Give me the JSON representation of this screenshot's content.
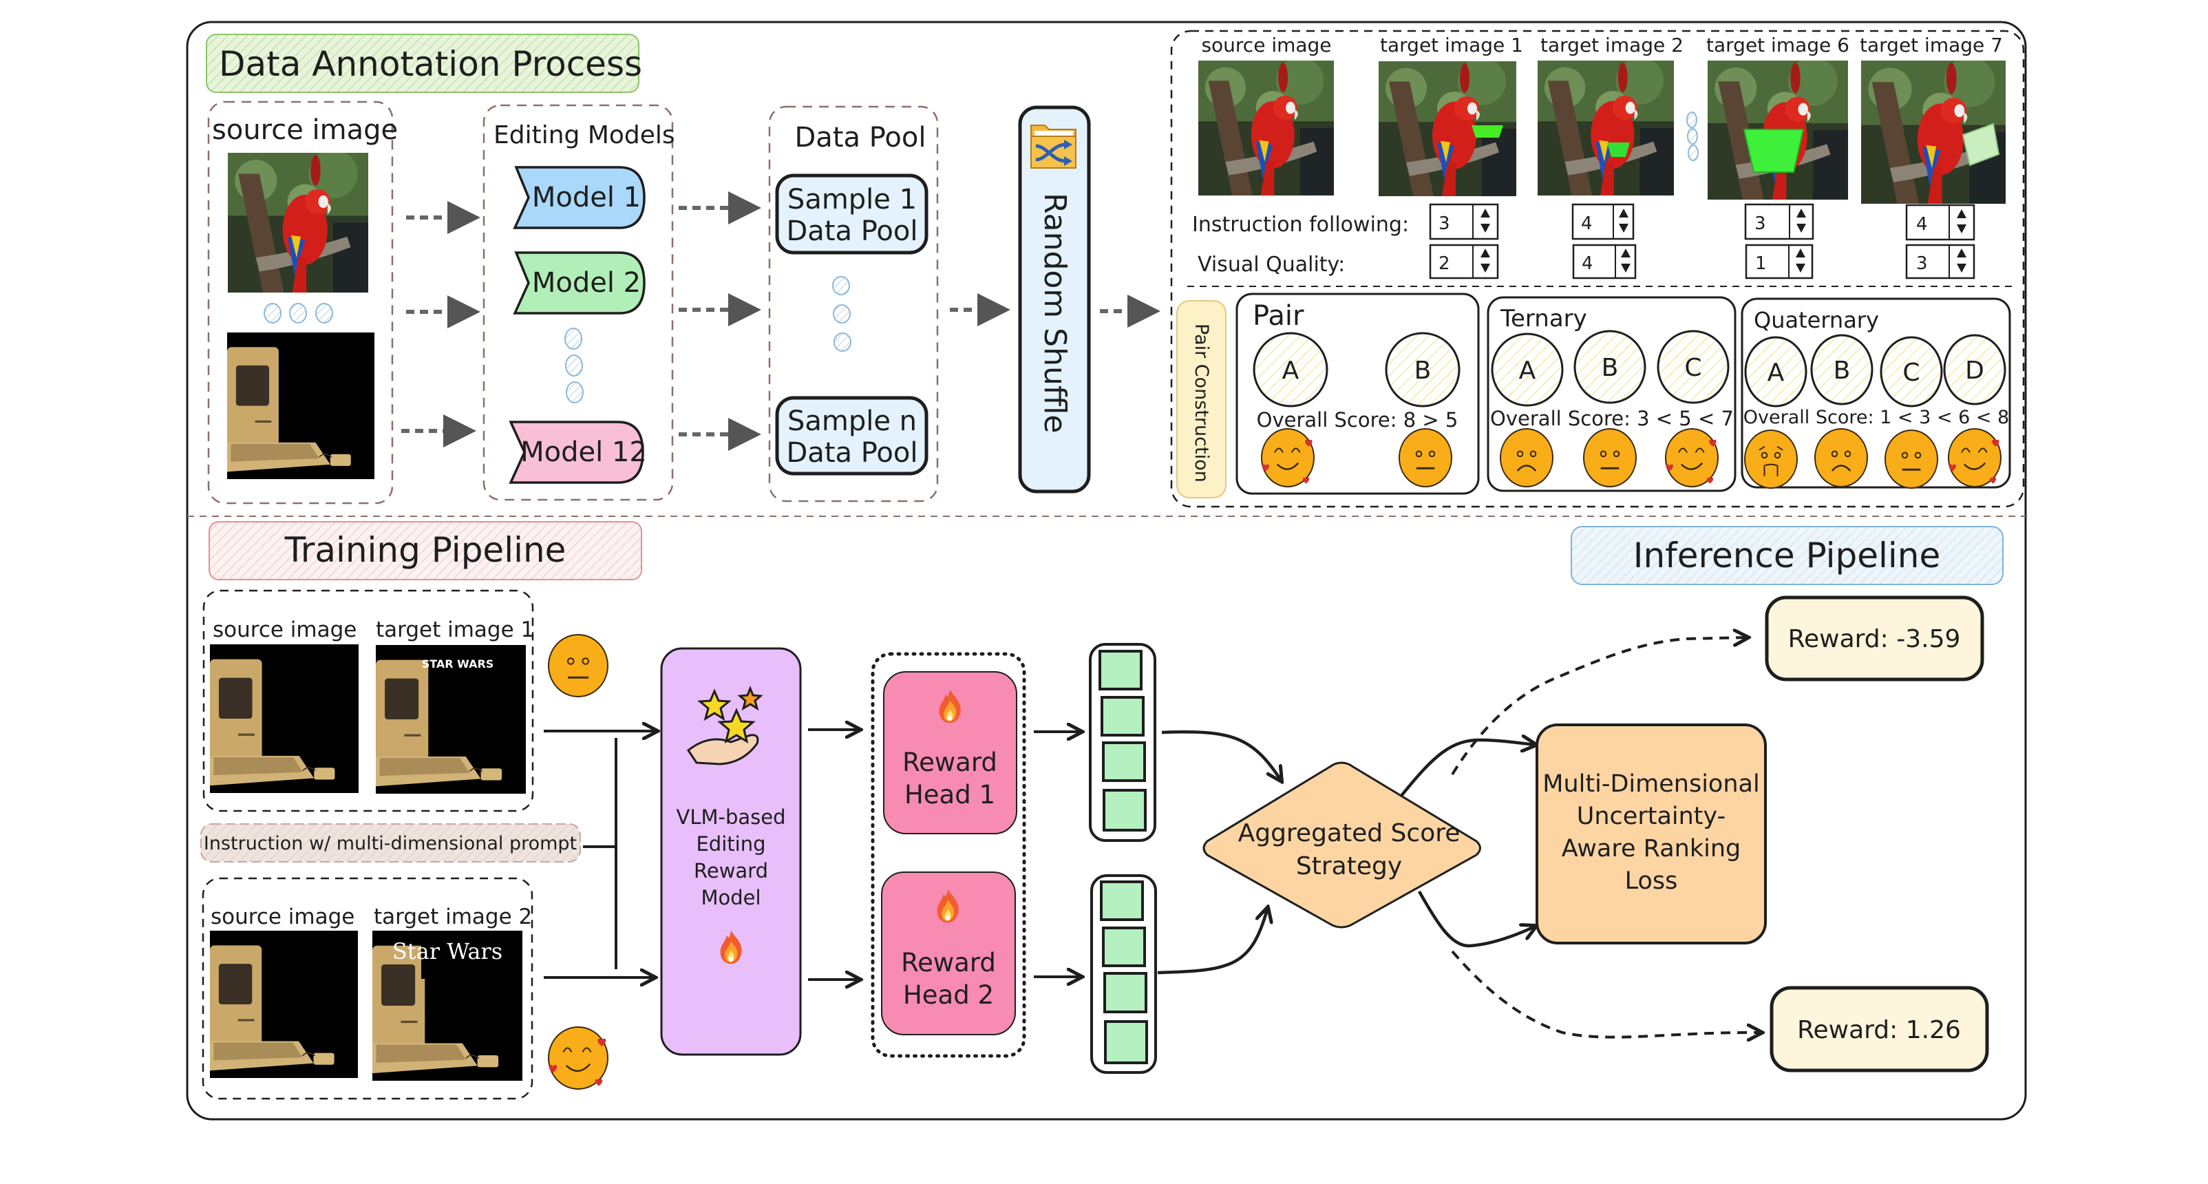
{
  "colors": {
    "annotation_title_bg": "#e3f1d6",
    "annotation_title_border": "#8cc46a",
    "training_title_bg": "#fbeaea",
    "training_title_border": "#e88f8f",
    "inference_title_bg": "#e6f1f8",
    "inference_title_border": "#7fb3d8",
    "model_1": "#a9d8fb",
    "model_2": "#b2efb8",
    "model_12": "#f8bfd7",
    "data_pool_sample": "#e3f2fd",
    "random_shuffle": "#e3f2fd",
    "pair_construction_tag": "#fdf1c8",
    "reward_head": "#f78bb2",
    "vlm_model": "#e8bffa",
    "vector_cell": "#b4f0c0",
    "aggregated": "#fdd5a3",
    "loss_box": "#fdd5a3",
    "reward_box": "#fdf6dc",
    "face": "#f9ad18"
  },
  "annotation": {
    "title": "Data Annotation Process",
    "source_column": {
      "label": "source image",
      "images": [
        "parrot-photo",
        "vintage-computer-photo"
      ]
    },
    "editing_models": {
      "label": "Editing Models",
      "models": [
        {
          "label": "Model 1"
        },
        {
          "label": "Model 2"
        },
        {
          "label": "Model 12"
        }
      ]
    },
    "data_pool": {
      "label": "Data Pool",
      "samples": [
        {
          "line1": "Sample 1",
          "line2": "Data Pool"
        },
        {
          "line1": "Sample n",
          "line2": "Data Pool"
        }
      ]
    },
    "random_shuffle": {
      "label": "Random Shuffle",
      "icon": "shuffle-folder-icon"
    },
    "rating_panel": {
      "columns": [
        {
          "label": "source image",
          "image": "parrot-photo"
        },
        {
          "label": "target image 1",
          "image": "parrot-small-green-bowl",
          "instruction_following": "3",
          "visual_quality": "2"
        },
        {
          "label": "target image 2",
          "image": "parrot-green-bowl-on-branch",
          "instruction_following": "4",
          "visual_quality": "4"
        },
        {
          "label": "target image 6",
          "image": "parrot-large-green-bowl",
          "instruction_following": "3",
          "visual_quality": "1"
        },
        {
          "label": "target image 7",
          "image": "parrot-pale-green-bucket",
          "instruction_following": "4",
          "visual_quality": "3"
        }
      ],
      "instruction_following_label": "Instruction following:",
      "visual_quality_label": "Visual Quality:"
    },
    "pair_construction": {
      "label": "Pair Construction",
      "groups": [
        {
          "title": "Pair",
          "items": [
            "A",
            "B"
          ],
          "score": "Overall Score: 8 > 5",
          "faces": [
            "love",
            "neutral"
          ]
        },
        {
          "title": "Ternary",
          "items": [
            "A",
            "B",
            "C"
          ],
          "score": "Overall Score: 3 < 5 < 7",
          "faces": [
            "sad",
            "neutral",
            "love"
          ]
        },
        {
          "title": "Quaternary",
          "items": [
            "A",
            "B",
            "C",
            "D"
          ],
          "score": "Overall Score: 1 < 3 < 6 < 8",
          "faces": [
            "worried",
            "sad",
            "neutral",
            "love"
          ]
        }
      ]
    }
  },
  "training": {
    "title": "Training Pipeline",
    "pair_top": {
      "source_label": "source image",
      "target_label": "target image 1",
      "target_overlay_text": "STAR WARS",
      "face": "neutral"
    },
    "pair_bottom": {
      "source_label": "source image",
      "target_label": "target image 2",
      "target_overlay_text": "Star Wars",
      "face": "love"
    },
    "instruction": "Instruction w/ multi-dimensional prompt",
    "vlm": {
      "lines": [
        "VLM-based",
        "Editing",
        "Reward",
        "Model"
      ]
    },
    "reward_heads": [
      {
        "line1": "Reward",
        "line2": "Head 1"
      },
      {
        "line1": "Reward",
        "line2": "Head 2"
      }
    ],
    "aggregated": {
      "line1": "Aggregated Score",
      "line2": "Strategy"
    },
    "loss": {
      "lines": [
        "Multi-Dimensional",
        "Uncertainty-",
        "Aware Ranking",
        "Loss"
      ]
    }
  },
  "inference": {
    "title": "Inference Pipeline",
    "rewards": [
      "Reward: -3.59",
      "Reward: 1.26"
    ]
  }
}
